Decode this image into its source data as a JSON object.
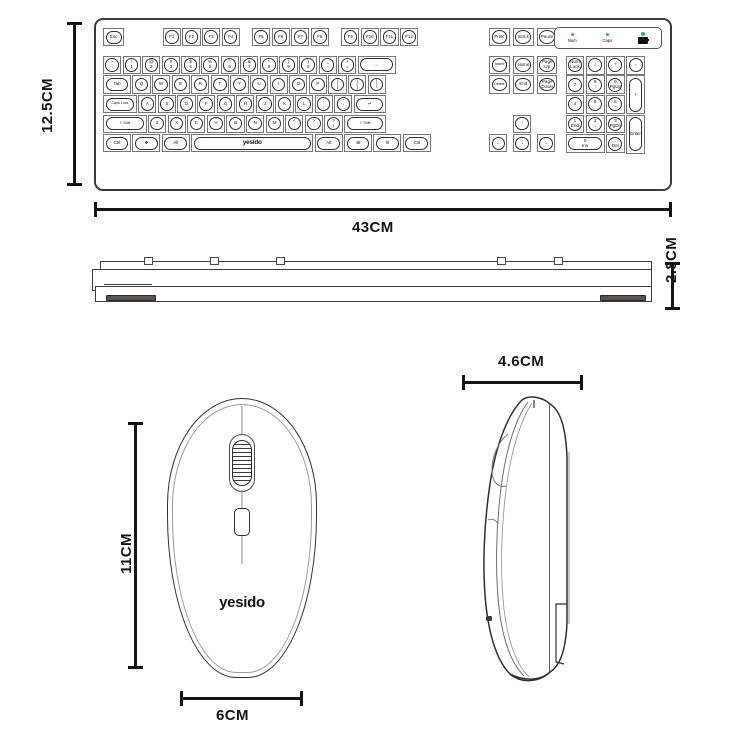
{
  "product": {
    "brand": "yesido",
    "type": "wireless keyboard and mouse dimension diagram"
  },
  "dimensions": {
    "keyboard_height": "12.5CM",
    "keyboard_width": "43CM",
    "keyboard_thickness": "2.8CM",
    "mouse_length": "11CM",
    "mouse_width": "6CM",
    "mouse_height": "4.6CM"
  },
  "keyboard": {
    "indicators": [
      {
        "label": "Num",
        "color": "#35b54a",
        "icon": "led-dot"
      },
      {
        "label": "Caps",
        "color": "#35b54a",
        "icon": "led-dot"
      },
      {
        "label": "",
        "color": "#35b54a",
        "icon": "battery-icon"
      }
    ],
    "spacebar_label": "yesido",
    "rows": {
      "function": [
        {
          "label": "Esc"
        },
        {
          "label": "F1"
        },
        {
          "label": "F2"
        },
        {
          "label": "F3"
        },
        {
          "label": "F4"
        },
        {
          "label": "F5"
        },
        {
          "label": "F6"
        },
        {
          "label": "F7"
        },
        {
          "label": "F8"
        },
        {
          "label": "F9"
        },
        {
          "label": "F10"
        },
        {
          "label": "F11"
        },
        {
          "label": "F12"
        },
        {
          "label": "Prtsc"
        },
        {
          "label": "ScrLk"
        },
        {
          "label": "Pause"
        }
      ],
      "number": [
        {
          "up": "~",
          "lo": "`"
        },
        {
          "up": "!",
          "lo": "1"
        },
        {
          "up": "@",
          "lo": "2"
        },
        {
          "up": "#",
          "lo": "3"
        },
        {
          "up": "$",
          "lo": "4"
        },
        {
          "up": "%",
          "lo": "5"
        },
        {
          "up": "^",
          "lo": "6"
        },
        {
          "up": "&",
          "lo": "7"
        },
        {
          "up": "*",
          "lo": "8"
        },
        {
          "up": "(",
          "lo": "9"
        },
        {
          "up": ")",
          "lo": "0"
        },
        {
          "up": "_",
          "lo": "-"
        },
        {
          "up": "+",
          "lo": "="
        },
        {
          "label": "←"
        }
      ],
      "qwerty": [
        {
          "label": "Tab"
        },
        {
          "label": "Q"
        },
        {
          "label": "W"
        },
        {
          "label": "E"
        },
        {
          "label": "R"
        },
        {
          "label": "T"
        },
        {
          "label": "Y"
        },
        {
          "label": "U"
        },
        {
          "label": "I"
        },
        {
          "label": "O"
        },
        {
          "label": "P"
        },
        {
          "up": "{",
          "lo": "["
        },
        {
          "up": "}",
          "lo": "]"
        },
        {
          "up": "|",
          "lo": "\\"
        }
      ],
      "home": [
        {
          "label": "Caps Lock"
        },
        {
          "label": "A"
        },
        {
          "label": "S"
        },
        {
          "label": "D"
        },
        {
          "label": "F"
        },
        {
          "label": "G"
        },
        {
          "label": "H"
        },
        {
          "label": "J"
        },
        {
          "label": "K"
        },
        {
          "label": "L"
        },
        {
          "up": ":",
          "lo": ";"
        },
        {
          "up": "\"",
          "lo": "'"
        },
        {
          "label": "↵"
        }
      ],
      "shift": [
        {
          "label": "⇧ Shift"
        },
        {
          "label": "Z"
        },
        {
          "label": "X"
        },
        {
          "label": "C"
        },
        {
          "label": "V"
        },
        {
          "label": "B"
        },
        {
          "label": "N"
        },
        {
          "label": "M"
        },
        {
          "up": "<",
          "lo": ","
        },
        {
          "up": ">",
          "lo": "."
        },
        {
          "up": "?",
          "lo": "/"
        },
        {
          "label": "⇧ Shift"
        }
      ],
      "bottom": [
        {
          "label": "Ctrl"
        },
        {
          "label": "❖"
        },
        {
          "label": "Alt"
        },
        {
          "label": "yesido"
        },
        {
          "label": "Alt"
        },
        {
          "label": "⊞"
        },
        {
          "label": "☰"
        },
        {
          "label": "Ctrl"
        }
      ],
      "nav": [
        {
          "label": "Insert"
        },
        {
          "label": "Home"
        },
        {
          "up": "Page",
          "lo": "Up"
        },
        {
          "label": "Delete"
        },
        {
          "label": "End"
        },
        {
          "up": "Page",
          "lo": "Down"
        }
      ],
      "arrows": [
        {
          "label": "↑"
        },
        {
          "label": "←"
        },
        {
          "label": "↓"
        },
        {
          "label": "→"
        }
      ],
      "numpad": [
        {
          "up": "Num",
          "lo": "Lock"
        },
        {
          "label": "/"
        },
        {
          "label": "*"
        },
        {
          "label": "-"
        },
        {
          "label": "7"
        },
        {
          "up": "8",
          "lo": "↑"
        },
        {
          "up": "9",
          "lo": "PgUp"
        },
        {
          "label": "+"
        },
        {
          "label": "4"
        },
        {
          "up": "5",
          "lo": "·"
        },
        {
          "up": "6",
          "lo": "→"
        },
        {
          "up": "1",
          "lo": "End"
        },
        {
          "up": "2",
          "lo": "↓"
        },
        {
          "up": "3",
          "lo": "PgDn"
        },
        {
          "up": "0",
          "lo": "Ins"
        },
        {
          "up": ".",
          "lo": "Del"
        },
        {
          "label": "Enter"
        }
      ]
    }
  },
  "mouse": {
    "logo": "yesido",
    "parts": [
      "scroll-wheel",
      "dpi-button",
      "left-button",
      "right-button"
    ]
  }
}
